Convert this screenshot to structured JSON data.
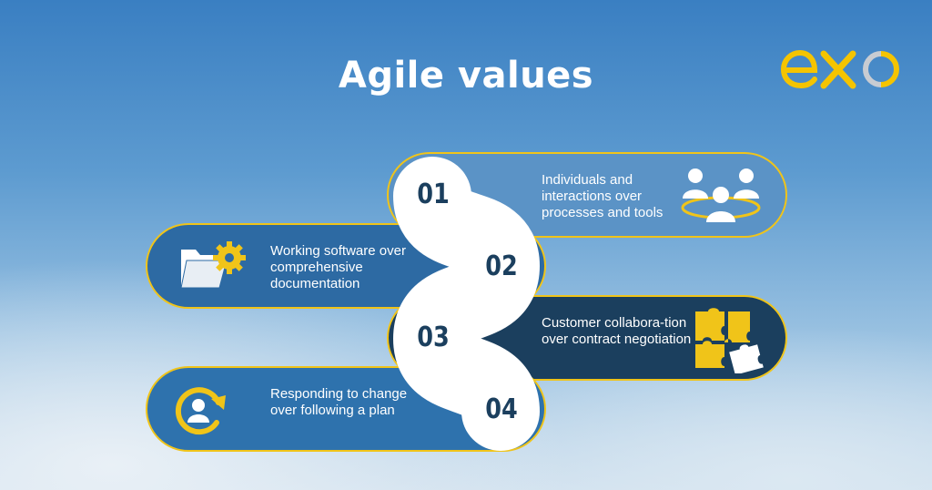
{
  "title": "Agile values",
  "logo": {
    "text": "eXo",
    "icon": "exo-logo"
  },
  "items": [
    {
      "number": "01",
      "text": "Individuals and interactions over processes and tools",
      "icon": "team-people-icon"
    },
    {
      "number": "02",
      "text": "Working software over comprehensive documentation",
      "icon": "folder-gear-icon"
    },
    {
      "number": "03",
      "text": "Customer collabora-tion over contract negotiation",
      "icon": "puzzle-pieces-icon"
    },
    {
      "number": "04",
      "text": "Responding to change over following a plan",
      "icon": "refresh-user-icon"
    }
  ],
  "colors": {
    "accent": "#f0c419",
    "pill_1": "#5b93c6",
    "pill_2": "#2d6aa3",
    "pill_3": "#1b3f5e",
    "pill_4": "#2e72ad",
    "number": "#1b3f5e"
  }
}
